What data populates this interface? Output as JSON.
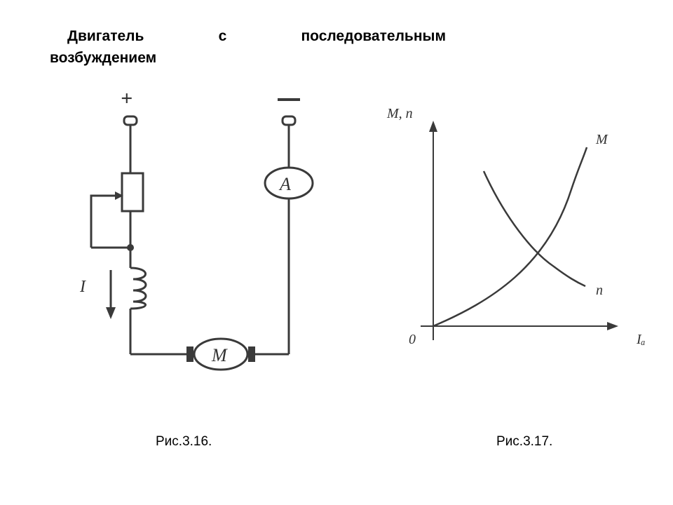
{
  "title": {
    "word1": "Двигатель",
    "word2": "с",
    "word3": "последовательным",
    "line2": "возбуждением"
  },
  "circuit": {
    "plus_label": "+",
    "minus_label": "−",
    "ammeter_label": "A",
    "motor_label": "M",
    "current_label": "I"
  },
  "graph": {
    "y_axis_label": "M, n",
    "x_axis_label": "Iₐ",
    "origin_label": "0",
    "curve_m_label": "M",
    "curve_n_label": "n"
  },
  "captions": {
    "fig16": "Рис.3.16.",
    "fig17": "Рис.3.17."
  }
}
